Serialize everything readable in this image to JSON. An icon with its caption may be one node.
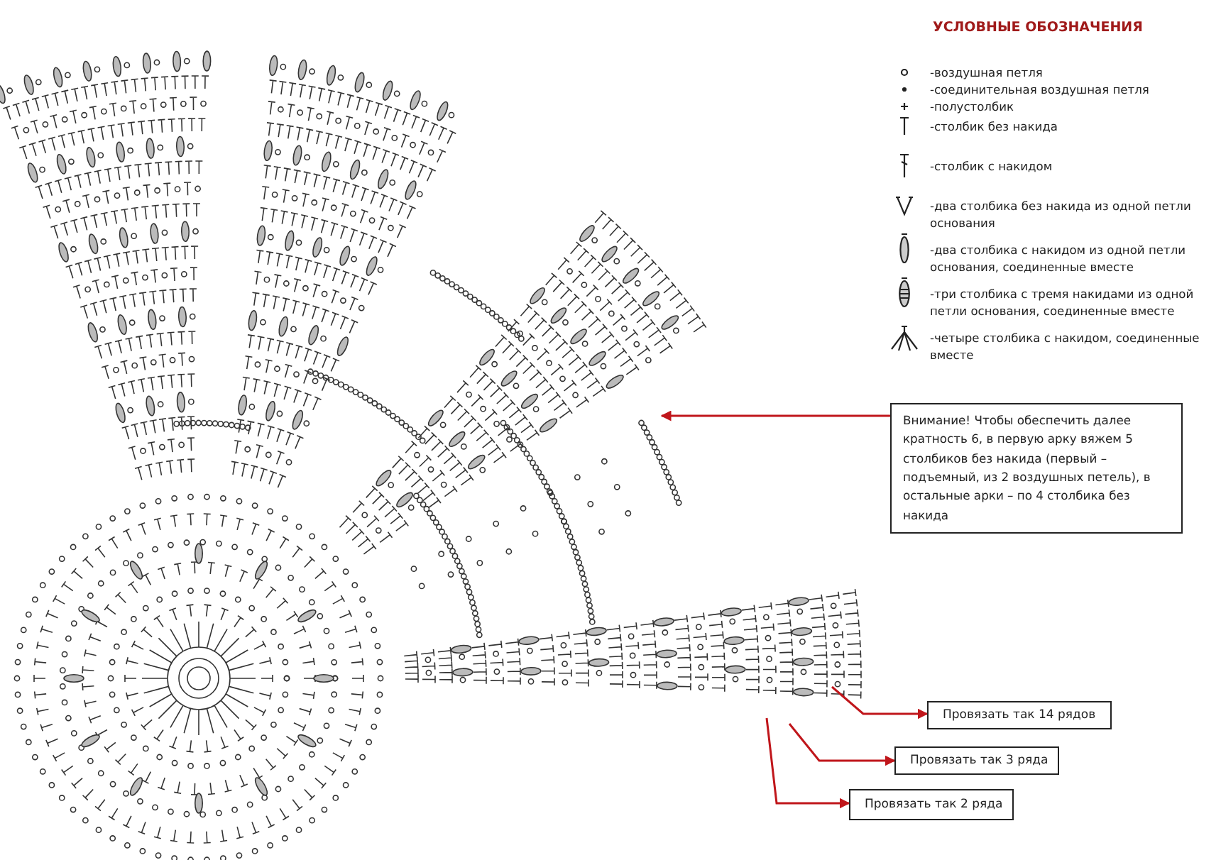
{
  "diagram": {
    "nodes": [
      {
        "text": [
          "Внимание!  Чтобы обеспечить  далее кратность 6, в первую  арку вяжем 5 столбиков  без  накида (первый – подъемный,  из 2 воздушных петель),  в остальные арки – по 4 столбика  без  накида"
        ]
      },
      {
        "text": [
          "Провязать так 14 рядов"
        ]
      },
      {
        "text": [
          "Провязать так 3 ряда"
        ]
      },
      {
        "text": [
          "Провязать так 2 ряда"
        ]
      }
    ],
    "edges": [
      {
        "from": 0,
        "to": null,
        "arrow": "to"
      },
      {
        "from": null,
        "to": 1,
        "arrow": "to"
      },
      {
        "from": null,
        "to": 2,
        "arrow": "to"
      },
      {
        "from": null,
        "to": 3,
        "arrow": "to"
      }
    ],
    "labels": [
      "УСЛОВНЫЕ ОБОЗНАЧЕНИЯ"
    ],
    "legend": [
      {
        "text": "-воздушная петля"
      },
      {
        "text": "-соединительная воздушная петля"
      },
      {
        "text": "-полустолбик"
      },
      {
        "text": "-столбик без накида"
      },
      {
        "text": "-столбик с накидом"
      },
      {
        "text": "-два столбика без накида из одной петли основания"
      },
      {
        "text": "-два столбика с накидом из одной петли основания, соединенные вместе"
      },
      {
        "text": "-три столбика с тремя накидами из одной петли основания, соединенные вместе"
      },
      {
        "text": "-четыре столбика с накидом, соединенные вместе"
      }
    ]
  }
}
